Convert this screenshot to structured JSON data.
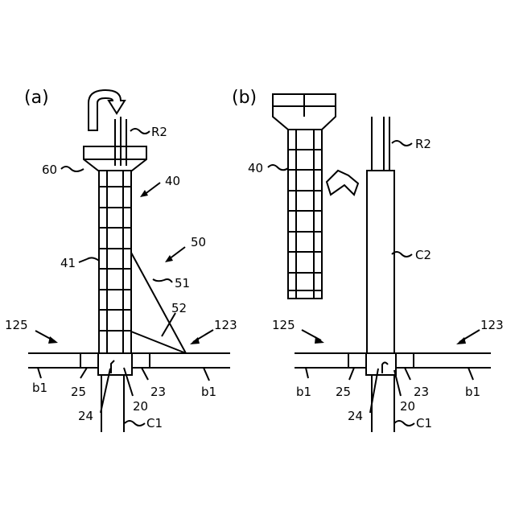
{
  "panel_a": {
    "title": "(a)",
    "labels": {
      "r2": "R2",
      "l60": "60",
      "l40": "40",
      "l50": "50",
      "l41": "41",
      "l51": "51",
      "l52": "52",
      "l125": "125",
      "l123": "123",
      "b1_left": "b1",
      "b1_right": "b1",
      "l25": "25",
      "l23": "23",
      "l20": "20",
      "l24": "24",
      "c1": "C1"
    }
  },
  "panel_b": {
    "title": "(b)",
    "labels": {
      "r2": "R2",
      "l40": "40",
      "c2": "C2",
      "l125": "125",
      "l123": "123",
      "b1_left": "b1",
      "b1_right": "b1",
      "l25": "25",
      "l23": "23",
      "l20": "20",
      "l24": "24",
      "c1": "C1"
    }
  }
}
